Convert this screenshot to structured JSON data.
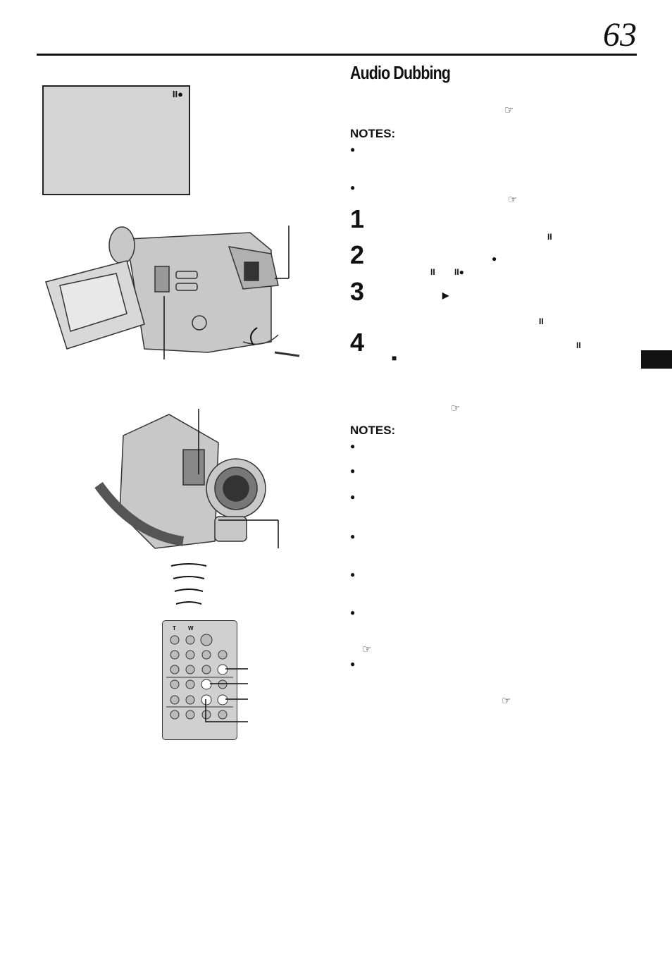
{
  "page": {
    "number": "63"
  },
  "section": {
    "title": "Audio Dubbing"
  },
  "notes_headings": {
    "first": "NOTES:",
    "second": "NOTES:"
  },
  "steps": [
    "1",
    "2",
    "3",
    "4"
  ],
  "symbols": {
    "pause": "II",
    "record": "●",
    "record_pause": "II●",
    "play": "▶",
    "stop": "■",
    "reference": "☞"
  },
  "remote": {
    "t_label": "T",
    "w_label": "W"
  },
  "colors": {
    "text": "#111111",
    "lcd": "#d4d4d4",
    "tab": "#111111"
  }
}
